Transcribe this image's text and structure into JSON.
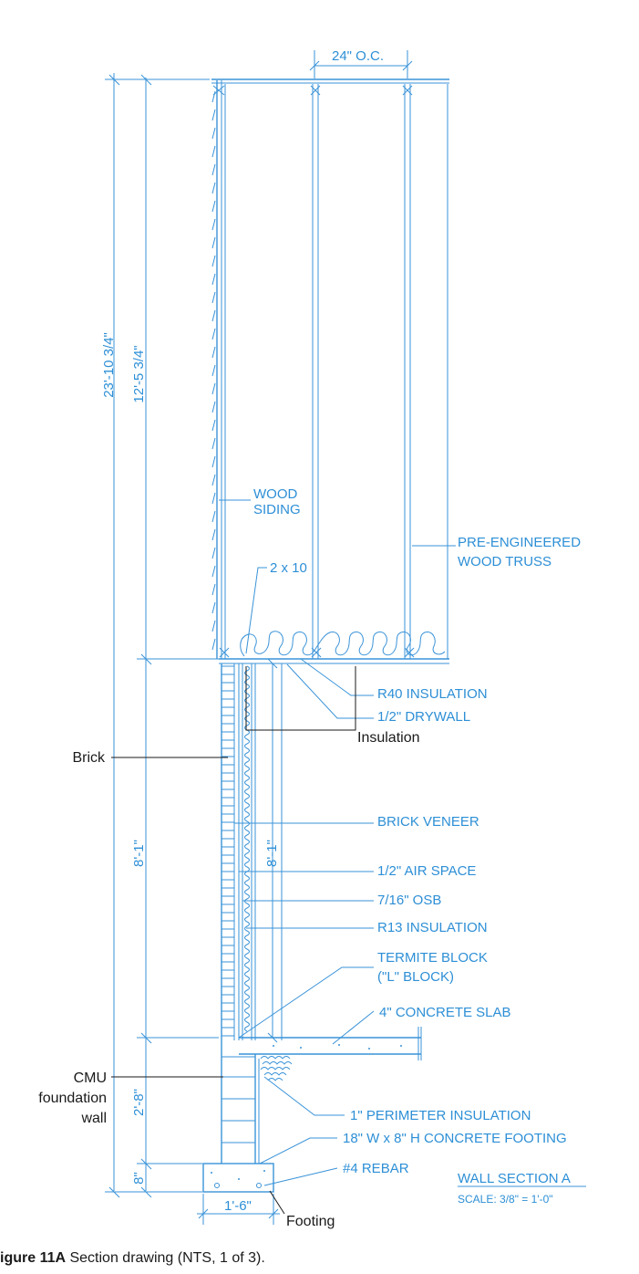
{
  "drawing": {
    "dimensions": {
      "truss_spacing": "24\" O.C.",
      "overall_height": "23'-10 3/4\"",
      "upper_height": "12'-5 3/4\"",
      "wall_height_outer": "8'-1\"",
      "wall_height_inner": "8'-1\"",
      "foundation_height": "2'-8\"",
      "footing_height": "8\"",
      "footing_width": "1'-6\""
    },
    "blue_labels": {
      "wood_siding_1": "WOOD",
      "wood_siding_2": "SIDING",
      "truss_1": "PRE-ENGINEERED",
      "truss_2": "WOOD TRUSS",
      "plate": "2 x 10",
      "r40": "R40 INSULATION",
      "drywall": "1/2\" DRYWALL",
      "brick_veneer": "BRICK VENEER",
      "air_space": "1/2\" AIR SPACE",
      "osb": "7/16\" OSB",
      "r13": "R13 INSULATION",
      "termite_1": "TERMITE BLOCK",
      "termite_2": "(\"L\" BLOCK)",
      "slab": "4\" CONCRETE SLAB",
      "perimeter": "1\" PERIMETER INSULATION",
      "footing_spec": "18\" W x 8\" H CONCRETE FOOTING",
      "rebar": "#4 REBAR",
      "section_title": "WALL SECTION A",
      "scale": "SCALE: 3/8\" = 1'-0\""
    },
    "black_labels": {
      "insulation": "Insulation",
      "brick": "Brick",
      "cmu_1": "CMU",
      "cmu_2": "foundation",
      "cmu_3": "wall",
      "footing": "Footing"
    }
  },
  "caption": {
    "label": "igure 11A",
    "text": " Section drawing (NTS, 1 of 3)."
  },
  "colors": {
    "line_blue": "#3a93d8",
    "text_blue": "#2d8fd6",
    "text_black": "#1a1a1a"
  }
}
